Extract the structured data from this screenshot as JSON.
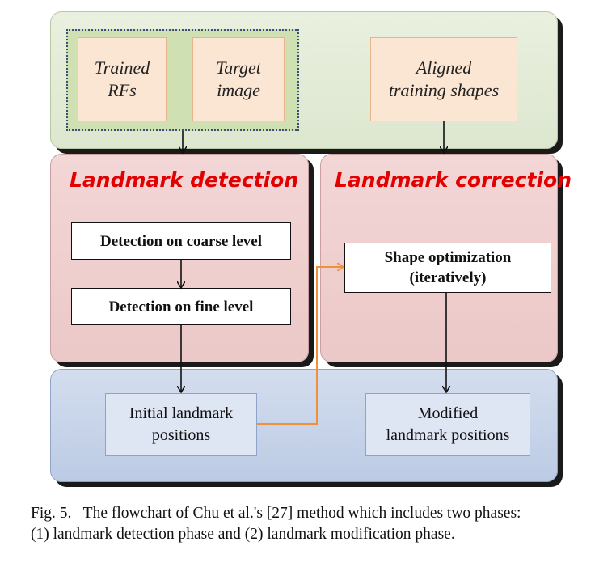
{
  "inputs": {
    "trained_rfs": [
      "Trained",
      "RFs"
    ],
    "target_image": [
      "Target",
      "image"
    ],
    "aligned_shapes": [
      "Aligned",
      "training shapes"
    ]
  },
  "detection_phase": {
    "title": "Landmark detection",
    "steps": [
      "Detection on coarse level",
      "Detection on fine level"
    ]
  },
  "correction_phase": {
    "title": "Landmark correction",
    "step": [
      "Shape optimization",
      "(iteratively)"
    ]
  },
  "outputs": {
    "initial": [
      "Initial landmark",
      "positions"
    ],
    "modified": [
      "Modified",
      "landmark positions"
    ]
  },
  "caption": {
    "line1": "Fig. 5.   The flowchart of Chu et al.'s [27] method which includes two phases:",
    "line2": "(1) landmark detection phase and (2) landmark modification phase."
  },
  "colors": {
    "input_panel": "#e9f0df",
    "phase_panel": "#f3d6d6",
    "output_panel": "#d3ddee",
    "phase_title": "#e30000",
    "connector_orange": "#f0913a"
  }
}
